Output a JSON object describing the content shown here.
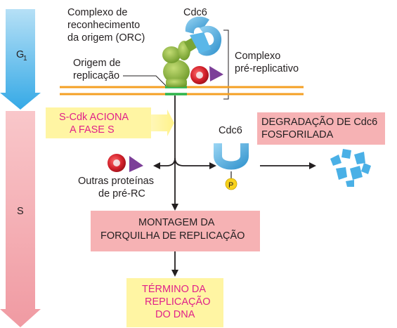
{
  "phases": {
    "g1": {
      "label": "G",
      "subscript": "1",
      "color": "#63bfe9"
    },
    "s": {
      "label": "S",
      "color": "#f3a4a9"
    }
  },
  "labels": {
    "orc": [
      "Complexo de",
      "reconhecimento",
      "da origem (ORC)"
    ],
    "cdc6_top": "Cdc6",
    "origin": [
      "Origem de",
      "replicação"
    ],
    "pre_rc": [
      "Complexo",
      "pré-replicativo"
    ],
    "scdk": [
      "S-Cdk ACIONA",
      "A FASE S"
    ],
    "cdc6_mid": "Cdc6",
    "degradation": [
      "DEGRADAÇÃO DE Cdc6",
      "FOSFORILADA"
    ],
    "other_proteins": [
      "Outras proteínas",
      "de pré-RC"
    ],
    "phosphate": "P",
    "fork": [
      "MONTAGEM DA",
      "FORQUILHA DE REPLICAÇÃO"
    ],
    "end": [
      "TÉRMINO DA",
      "REPLICAÇÃO",
      "DO DNA"
    ]
  },
  "colors": {
    "yellow_box": "#fff5a3",
    "pink_box": "#f6b2b4",
    "magenta_text": "#e0218a",
    "dna_strand": "#f4a024",
    "origin_green": "#2db34a",
    "orc_green": "#8cb43c",
    "cdc6_blue": "#3aa3dc",
    "red_protein": "#d6202a",
    "purple_protein": "#7c3f98",
    "phosphate_yellow": "#f8d21c"
  }
}
